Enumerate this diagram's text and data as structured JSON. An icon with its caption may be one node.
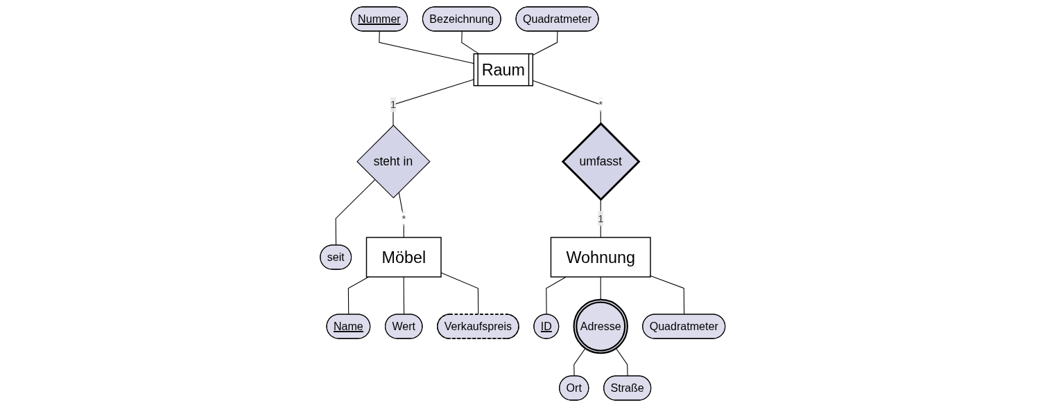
{
  "diagram": {
    "nodes": [
      {
        "text": [
          "Nummer"
        ]
      },
      {
        "text": [
          "Bezeichnung"
        ]
      },
      {
        "text": [
          "Quadratmeter"
        ]
      },
      {
        "text": [
          "Raum"
        ]
      },
      {
        "text": [
          "steht in"
        ]
      },
      {
        "text": [
          "seit"
        ]
      },
      {
        "text": [
          "Name"
        ]
      },
      {
        "text": [
          "umfasst"
        ]
      },
      {
        "text": [
          "Möbel"
        ]
      },
      {
        "text": [
          "Wert"
        ]
      },
      {
        "text": [
          "ID"
        ]
      },
      {
        "text": [
          "Ort"
        ]
      },
      {
        "text": [
          "Verkaufspreis"
        ]
      },
      {
        "text": [
          "Wohnung"
        ]
      },
      {
        "text": [
          "Adresse"
        ]
      },
      {
        "text": [
          "Straße"
        ]
      },
      {
        "text": [
          "Quadratmeter"
        ]
      }
    ],
    "edges": [
      {
        "from": 0,
        "to": 3,
        "arrow": "none"
      },
      {
        "from": 1,
        "to": 3,
        "arrow": "none"
      },
      {
        "from": 2,
        "to": 3,
        "arrow": "none"
      },
      {
        "from": 3,
        "to": 4,
        "arrow": "none",
        "label": "1"
      },
      {
        "from": 4,
        "to": 5,
        "arrow": "none"
      },
      {
        "from": 4,
        "to": 8,
        "arrow": "none",
        "label": "*"
      },
      {
        "from": 3,
        "to": 7,
        "arrow": "none",
        "label": "*"
      },
      {
        "from": 7,
        "to": 13,
        "arrow": "none",
        "label": "1"
      },
      {
        "from": 8,
        "to": 6,
        "arrow": "none"
      },
      {
        "from": 8,
        "to": 9,
        "arrow": "none"
      },
      {
        "from": 8,
        "to": 12,
        "arrow": "none"
      },
      {
        "from": 13,
        "to": 10,
        "arrow": "none"
      },
      {
        "from": 13,
        "to": 14,
        "arrow": "none"
      },
      {
        "from": 13,
        "to": 16,
        "arrow": "none"
      },
      {
        "from": 14,
        "to": 11,
        "arrow": "none"
      },
      {
        "from": 14,
        "to": 15,
        "arrow": "none"
      }
    ]
  }
}
